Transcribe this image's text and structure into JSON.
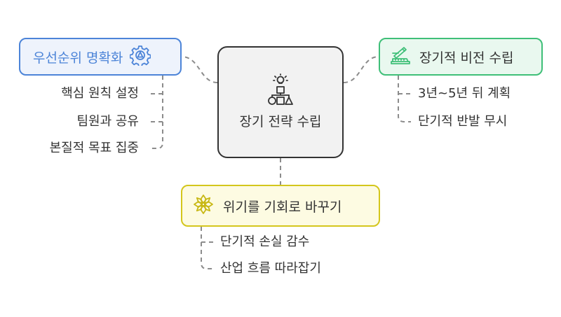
{
  "center": {
    "title": "장기 전략 수립",
    "icon": "lightbulb-shapes-icon"
  },
  "branches": [
    {
      "id": "priority",
      "label": "우선순위 명확화",
      "icon": "gear-icon",
      "color": "#4c84d8",
      "items": [
        "핵심 원칙 설정",
        "팀원과 공유",
        "본질적 목표 집중"
      ]
    },
    {
      "id": "vision",
      "label": "장기적 비전 수립",
      "icon": "blueprint-pencil-icon",
      "color": "#3fbf78",
      "items": [
        "3년~5년 뒤 계획",
        "단기적 반발 무시"
      ]
    },
    {
      "id": "crisis",
      "label": "위기를 기회로 바꾸기",
      "icon": "snowflake-icon",
      "color": "#d4c61c",
      "items": [
        "단기적 손실 감수",
        "산업 흐름 따라잡기"
      ]
    }
  ]
}
